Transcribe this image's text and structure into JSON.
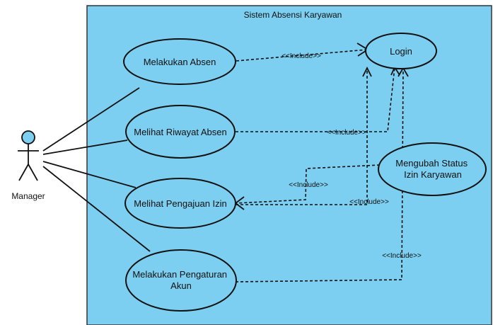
{
  "colors": {
    "system_fill": "#7ccff0",
    "system_border": "#333333",
    "usecase_fill": "#7ccff0",
    "actor_head": "#7ccff0",
    "line": "#111111"
  },
  "system": {
    "title": "Sistem Absensi Karyawan"
  },
  "actor": {
    "name": "Manager"
  },
  "use_cases": {
    "login": [
      "Login"
    ],
    "absen": [
      "Melakukan Absen"
    ],
    "riwayat": [
      "Melihat Riwayat Absen"
    ],
    "pengajuan": [
      "Melihat Pengajuan Izin"
    ],
    "pengaturan": [
      "Melakukan Pengaturan",
      "Akun"
    ],
    "status": [
      "Mengubah Status",
      "Izin Karyawan"
    ]
  },
  "relations": {
    "absen_login": "<<Include>>",
    "riwayat_login": "<<Include>>",
    "status_pengajuan": "<<Include>>",
    "pengajuan_login": "<<Include>>",
    "pengaturan_login": "<<Include>>"
  }
}
